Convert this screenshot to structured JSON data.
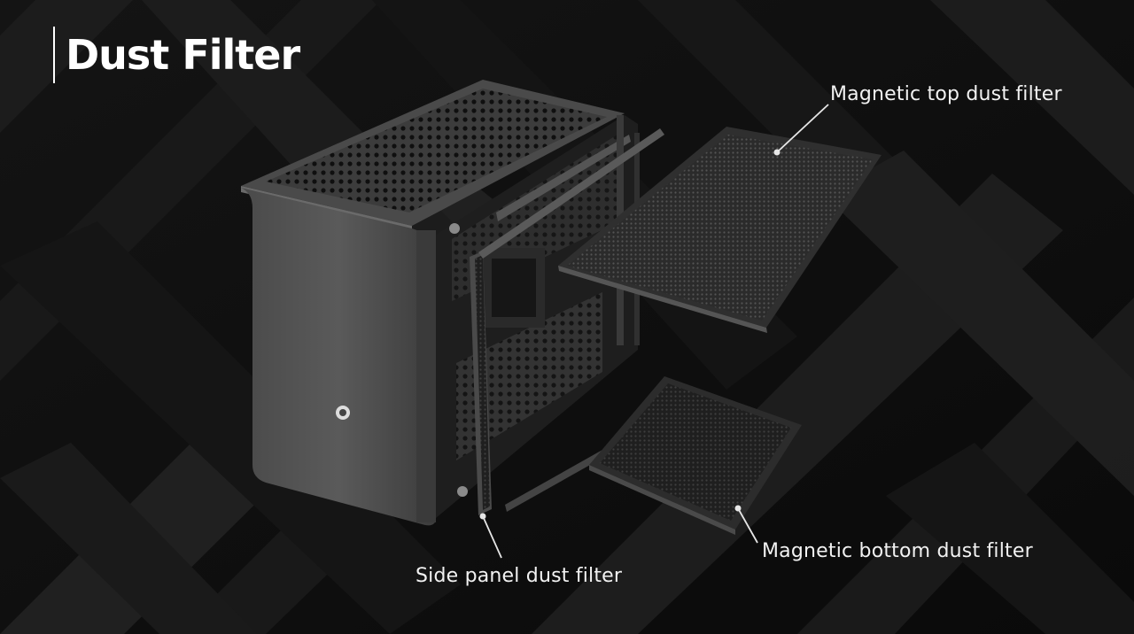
{
  "slide": {
    "title": "Dust Filter",
    "accent_color": "#ffffff",
    "background_color": "#0c0c0c"
  },
  "callouts": {
    "top_filter": "Magnetic top dust filter",
    "bottom_filter": "Magnetic bottom dust filter",
    "side_filter": "Side panel dust filter"
  },
  "illustration": {
    "subject": "exploded-view-pc-case-with-dust-filters"
  }
}
